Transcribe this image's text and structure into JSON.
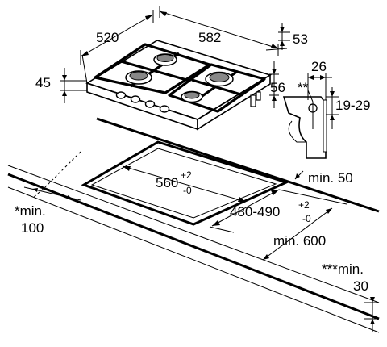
{
  "labels": {
    "width_520": "520",
    "width_582": "582",
    "depth_53": "53",
    "height_45": "45",
    "height_56": "56",
    "clip_26": "26",
    "clip_stars": "**",
    "clip_19_29": "19-29",
    "cutout_width": "560",
    "cutout_width_tol_plus": "+2",
    "cutout_width_tol_minus": "-0",
    "cutout_depth": "480-490",
    "cutout_depth_tol_plus": "+2",
    "cutout_depth_tol_minus": "-0",
    "min_50": "min. 50",
    "min_100_line1": "*min.",
    "min_100_line2": "100",
    "min_600": "min. 600",
    "min_30_line1": "***min.",
    "min_30_line2": "30"
  }
}
